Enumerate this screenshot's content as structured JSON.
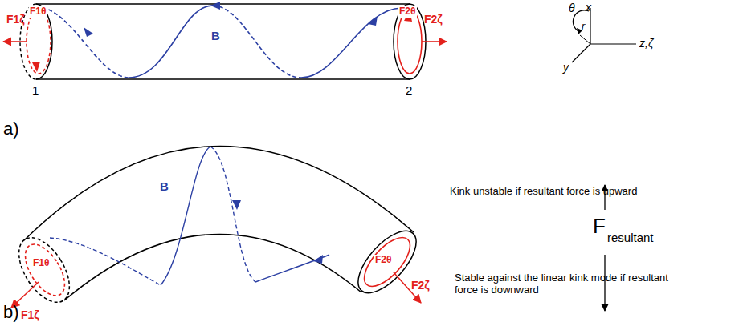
{
  "diagram": {
    "labels": [
      "F1ζ",
      "F1θ",
      "B",
      "F2θ",
      "F2ζ",
      "1",
      "2",
      "x",
      "θ",
      "r",
      "y",
      "z,ζ",
      "a)",
      "F1ζ",
      "F1θ",
      "B",
      "F2θ",
      "F2ζ",
      "b)",
      "Kink unstable if resultant force is upward",
      "F",
      "resultant",
      "Stable against the linear kink mode if resultant force is downward"
    ]
  }
}
